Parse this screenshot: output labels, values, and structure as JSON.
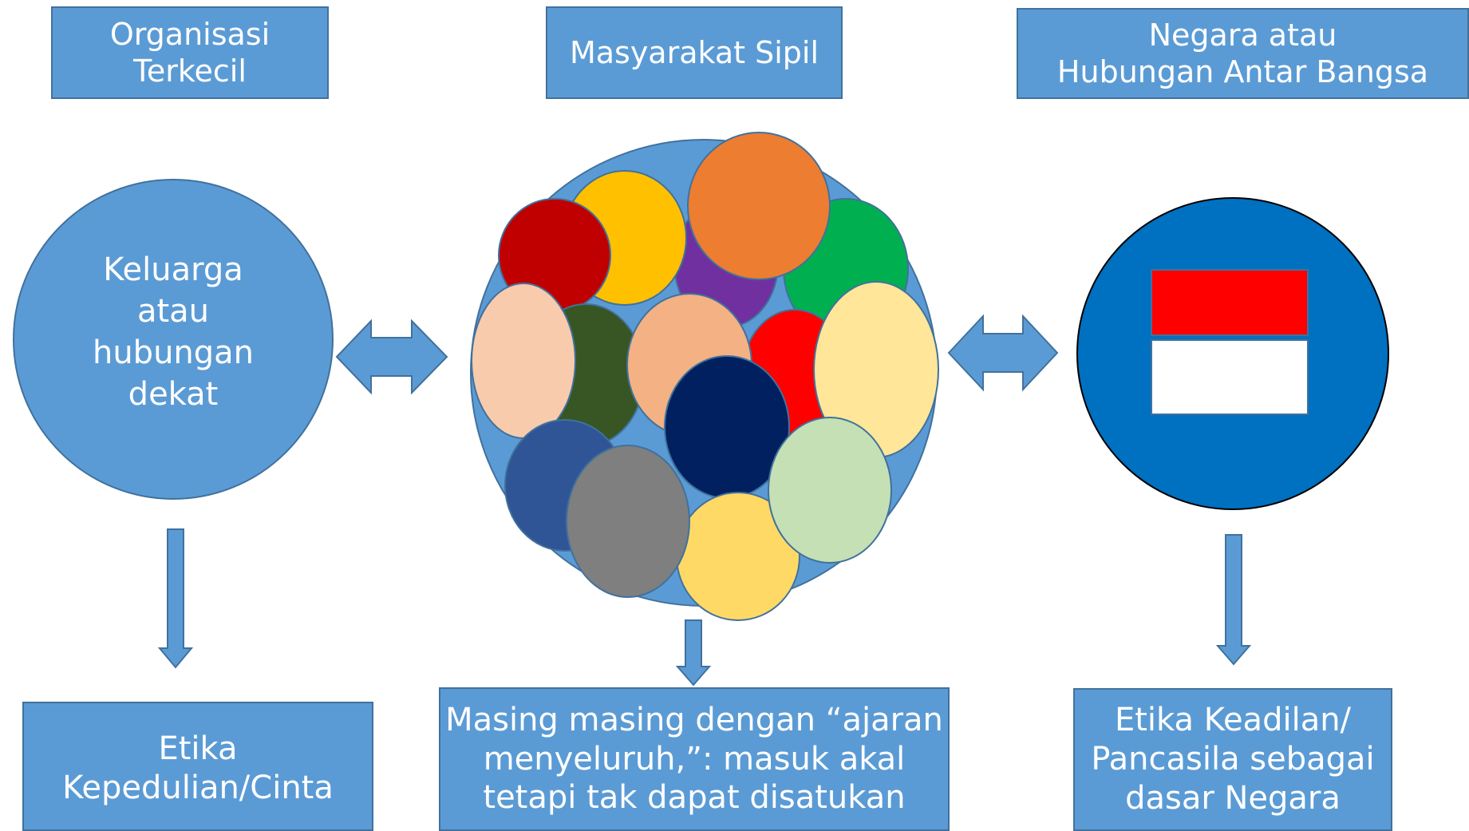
{
  "headers": {
    "left": "Organisasi\nTerkecil",
    "center": "Masyarakat Sipil",
    "right": "Negara atau\nHubungan Antar Bangsa"
  },
  "circles": {
    "left_label": "Keluarga\natau\nhubungan\ndekat"
  },
  "bottoms": {
    "left": "Etika\nKepedulian/Cinta",
    "center": "Masing masing dengan “ajaran\nmenyeluruh,”: masuk akal\ntetapi tak dapat disatukan",
    "right": "Etika Keadilan/\nPancasila sebagai\ndasar Negara"
  },
  "colors": {
    "box_fill": "#5b9bd5",
    "box_border": "#41719c",
    "right_circle": "#0070c0",
    "flag_red": "#ff0000",
    "flag_white": "#ffffff",
    "bubble_colors": [
      "#ffc000",
      "#ed7d31",
      "#7030a0",
      "#c00000",
      "#00b050",
      "#f8cbad",
      "#375623",
      "#f4b183",
      "#ff0000",
      "#ffe699",
      "#002060",
      "#2f5597",
      "#7f7f7f",
      "#ffd966",
      "#c5e0b4"
    ]
  }
}
